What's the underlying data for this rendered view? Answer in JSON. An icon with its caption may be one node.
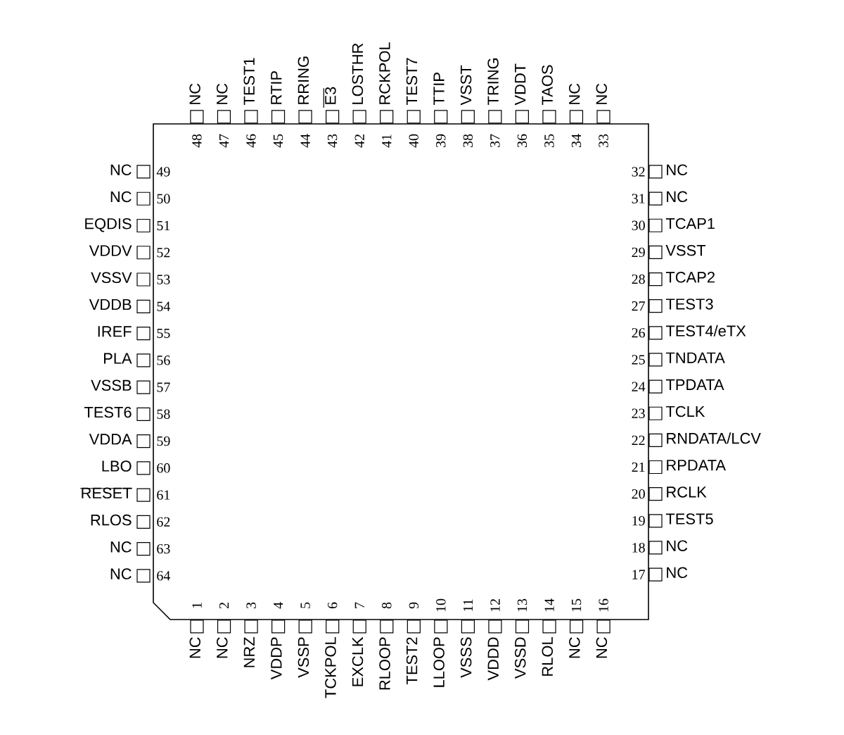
{
  "diagram": {
    "labels": [
      "NC",
      "1",
      "NC",
      "2",
      "NRZ",
      "3",
      "VDDP",
      "4",
      "VSSP",
      "5",
      "TCKPOL",
      "6",
      "EXCLK",
      "7",
      "RLOOP",
      "8",
      "TEST2",
      "9",
      "LLOOP",
      "10",
      "VSSS",
      "11",
      "VDDD",
      "12",
      "VSSD",
      "13",
      "RLOL",
      "14",
      "NC",
      "15",
      "NC",
      "16",
      "NC",
      "17",
      "NC",
      "18",
      "TEST5",
      "19",
      "RCLK",
      "20",
      "RPDATA",
      "21",
      "RNDATA/LCV",
      "22",
      "TCLK",
      "23",
      "TPDATA",
      "24",
      "TNDATA",
      "25",
      "TEST4/eTX",
      "26",
      "TEST3",
      "27",
      "TCAP2",
      "28",
      "VSST",
      "29",
      "TCAP1",
      "30",
      "NC",
      "31",
      "NC",
      "32",
      "NC",
      "33",
      "NC",
      "34",
      "TAOS",
      "35",
      "VDDT",
      "36",
      "TRING",
      "37",
      "VSST",
      "38",
      "TTIP",
      "39",
      "TEST7",
      "40",
      "RCKPOL",
      "41",
      "LOSTHR",
      "42",
      "E3",
      "43",
      "RRING",
      "44",
      "RTIP",
      "45",
      "TEST1",
      "46",
      "NC",
      "47",
      "NC",
      "48",
      "NC",
      "49",
      "NC",
      "50",
      "EQDIS",
      "51",
      "VDDV",
      "52",
      "VSSV",
      "53",
      "VDDB",
      "54",
      "IREF",
      "55",
      "PLA",
      "56",
      "VSSB",
      "57",
      "TEST6",
      "58",
      "VDDA",
      "59",
      "LBO",
      "60",
      "RESET",
      "61",
      "RLOS",
      "62",
      "NC",
      "63",
      "NC",
      "64"
    ]
  }
}
